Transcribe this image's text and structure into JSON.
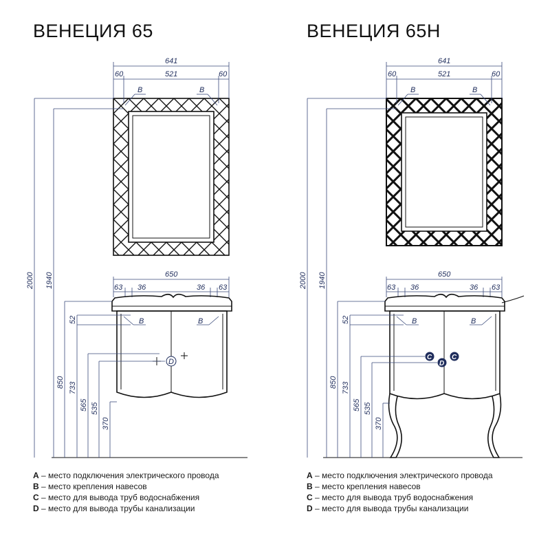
{
  "titles": {
    "left": "ВЕНЕЦИЯ 65",
    "right": "ВЕНЕЦИЯ 65Н"
  },
  "dims": {
    "mirror_width": "641",
    "mirror_side": "60",
    "mirror_inner": "521",
    "cabinet_width": "650",
    "cabinet_side": "63",
    "cabinet_inner": "36",
    "h_total": "2000",
    "h_mirror_top": "1940",
    "h_top": "850",
    "h_733": "733",
    "h_565": "565",
    "h_535": "535",
    "h_370": "370",
    "h_52": "52"
  },
  "markers": {
    "b": "B",
    "c": "C",
    "d": "D"
  },
  "legend": [
    {
      "key": "A",
      "text": " – место подключения электрического провода"
    },
    {
      "key": "B",
      "text": " – место крепления навесов"
    },
    {
      "key": "C",
      "text": " – место для вывода труб водоснабжения"
    },
    {
      "key": "D",
      "text": " – место для вывода трубы канализации"
    }
  ],
  "colors": {
    "dimension": "#1f2d5c",
    "outline": "#111111",
    "marker_fill": "#1f2d5c"
  }
}
